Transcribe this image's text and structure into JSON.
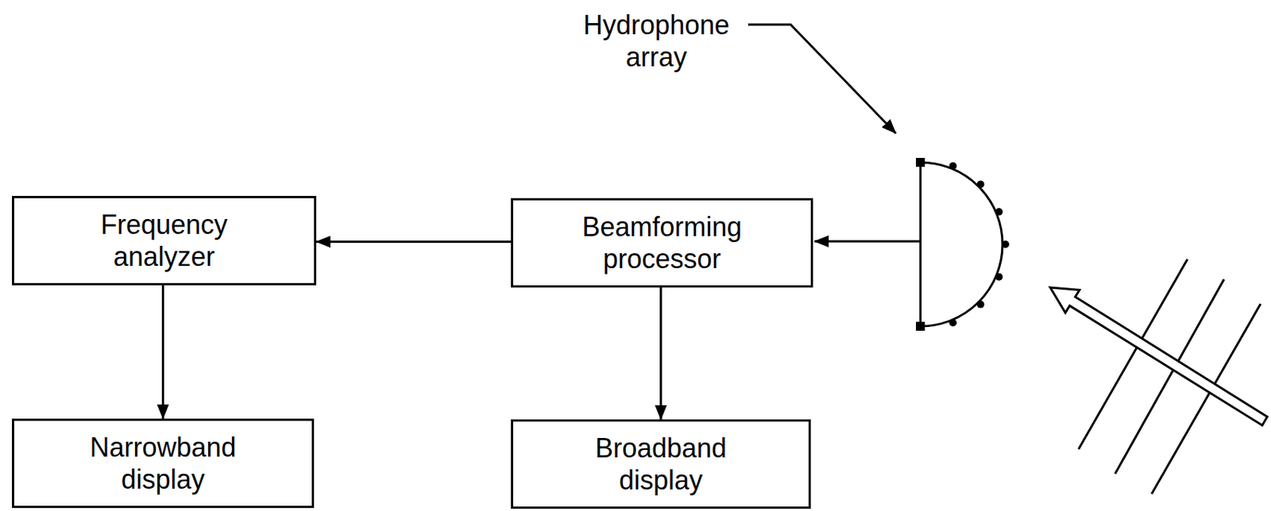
{
  "diagram": {
    "nodes": [
      {
        "text": [
          "Frequency analyzer"
        ]
      },
      {
        "text": [
          "Beamforming processor"
        ]
      },
      {
        "text": [
          "Narrowband display"
        ]
      },
      {
        "text": [
          "Broadband display"
        ]
      }
    ],
    "edges": [
      {
        "from": 1,
        "to": 0,
        "arrow": "to"
      },
      {
        "from": 0,
        "to": 2,
        "arrow": "to"
      },
      {
        "from": 1,
        "to": 3,
        "arrow": "to"
      }
    ],
    "labels": [
      "Hydrophone array"
    ]
  }
}
